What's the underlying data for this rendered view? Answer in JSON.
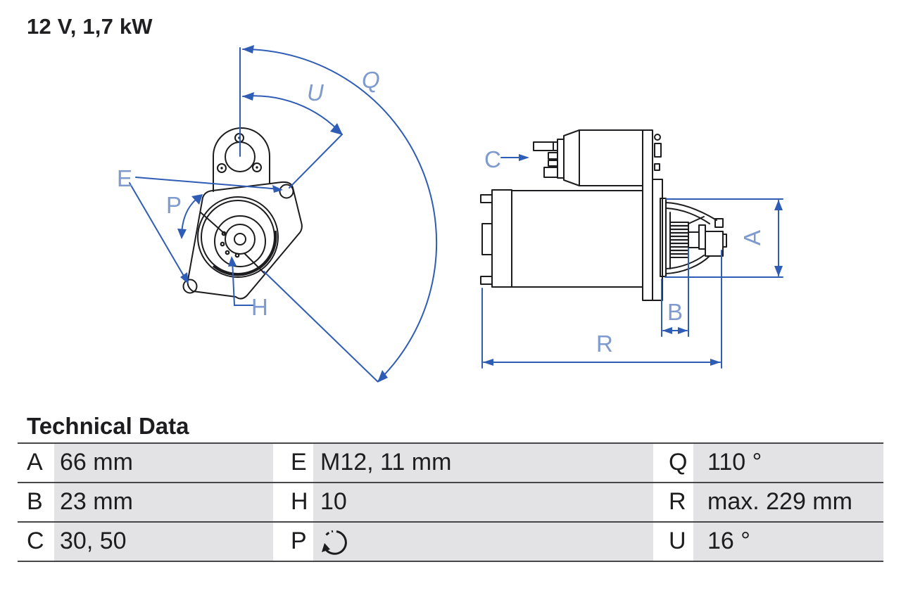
{
  "page": {
    "title": "12 V, 1,7 kW"
  },
  "colors": {
    "line_black": "#1c1c1e",
    "dim_blue": "#2f5cb5",
    "label_blue": "#7e9ace",
    "cell_gray": "#e3e3e5",
    "rule_gray": "#47474a"
  },
  "diagram": {
    "front_view": {
      "labels": {
        "U": "U",
        "Q": "Q",
        "E": "E",
        "P": "P",
        "H": "H"
      }
    },
    "side_view": {
      "labels": {
        "C": "C",
        "A": "A",
        "B": "B",
        "R": "R"
      }
    }
  },
  "table": {
    "heading": "Technical Data",
    "rows": [
      [
        {
          "key": "A",
          "value": "66 mm"
        },
        {
          "key": "E",
          "value": "M12, 11 mm"
        },
        {
          "key": "Q",
          "value": "110 °"
        }
      ],
      [
        {
          "key": "B",
          "value": "23 mm"
        },
        {
          "key": "H",
          "value": "10"
        },
        {
          "key": "R",
          "value": "max. 229 mm"
        }
      ],
      [
        {
          "key": "C",
          "value": "30, 50"
        },
        {
          "key": "P",
          "value": "",
          "icon": "rotation-direction-icon"
        },
        {
          "key": "U",
          "value": "16 °"
        }
      ]
    ]
  }
}
